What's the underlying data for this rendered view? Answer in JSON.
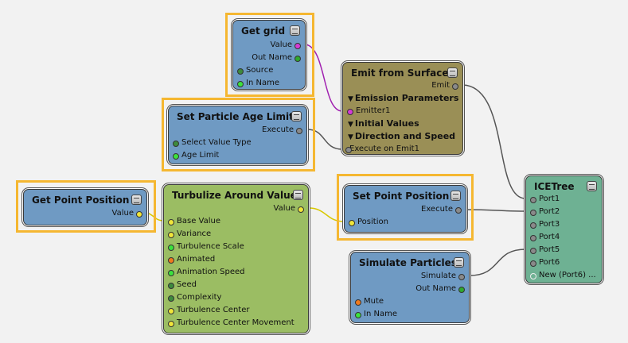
{
  "colors": {
    "highlight": "#f5b731",
    "background": "#f2f2f2"
  },
  "nodes": {
    "get_grid": {
      "title": "Get grid",
      "outputs": [
        "Value",
        "Out Name"
      ],
      "inputs": [
        "Source",
        "In Name"
      ]
    },
    "emit_from_surface": {
      "title": "Emit from Surface",
      "outputs": [
        "Emit"
      ],
      "groups": [
        "Emission Parameters",
        "Initial Values",
        "Direction and Speed"
      ],
      "params": [
        "Emitter1"
      ],
      "inputs": [
        "Execute on Emit1"
      ]
    },
    "set_particle_age_limit": {
      "title": "Set Particle Age Limit",
      "outputs": [
        "Execute"
      ],
      "inputs": [
        "Select Value Type",
        "Age Limit"
      ]
    },
    "get_point_position": {
      "title": "Get Point Position",
      "outputs": [
        "Value"
      ]
    },
    "turbulize_around_value": {
      "title": "Turbulize Around Value",
      "outputs": [
        "Value"
      ],
      "inputs": [
        "Base Value",
        "Variance",
        "Turbulence Scale",
        "Animated",
        "Animation Speed",
        "Seed",
        "Complexity",
        "Turbulence Center",
        "Turbulence Center Movement"
      ]
    },
    "set_point_position": {
      "title": "Set Point Position",
      "outputs": [
        "Execute"
      ],
      "inputs": [
        "Position"
      ]
    },
    "simulate_particles": {
      "title": "Simulate Particles",
      "outputs": [
        "Simulate",
        "Out Name"
      ],
      "inputs": [
        "Mute",
        "In Name"
      ]
    },
    "ice_tree": {
      "title": "ICETree",
      "inputs": [
        "Port1",
        "Port2",
        "Port3",
        "Port4",
        "Port5",
        "Port6",
        "New (Port6) ..."
      ]
    }
  }
}
